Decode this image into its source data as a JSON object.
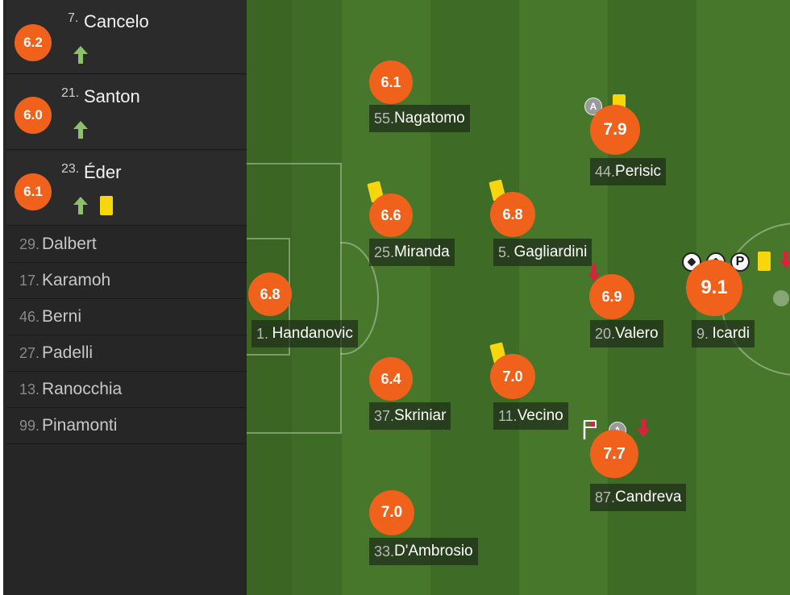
{
  "substitutes_in": [
    {
      "rating": "6.2",
      "number": "7.",
      "name": "Cancelo",
      "icons": [
        "sub-in-arrow"
      ]
    },
    {
      "rating": "6.0",
      "number": "21.",
      "name": "Santon",
      "icons": [
        "sub-in-arrow"
      ]
    },
    {
      "rating": "6.1",
      "number": "23.",
      "name": "Éder",
      "icons": [
        "sub-in-arrow",
        "yellow-card"
      ]
    }
  ],
  "bench": [
    {
      "number": "29.",
      "name": "Dalbert"
    },
    {
      "number": "17.",
      "name": "Karamoh"
    },
    {
      "number": "46.",
      "name": "Berni"
    },
    {
      "number": "27.",
      "name": "Padelli"
    },
    {
      "number": "13.",
      "name": "Ranocchia"
    },
    {
      "number": "99.",
      "name": "Pinamonti"
    }
  ],
  "players": {
    "handanovic": {
      "rating": "6.8",
      "number": "1.",
      "name": "Handanovic"
    },
    "nagatomo": {
      "rating": "6.1",
      "number": "55.",
      "name": "Nagatomo"
    },
    "miranda": {
      "rating": "6.6",
      "number": "25.",
      "name": "Miranda",
      "events": [
        "yellow-card"
      ]
    },
    "skriniar": {
      "rating": "6.4",
      "number": "37.",
      "name": "Skriniar"
    },
    "dambrosio": {
      "rating": "7.0",
      "number": "33.",
      "name": "D'Ambrosio"
    },
    "gagliardini": {
      "rating": "6.8",
      "number": "5.",
      "name": "Gagliardini",
      "events": [
        "yellow-card"
      ]
    },
    "vecino": {
      "rating": "7.0",
      "number": "11.",
      "name": "Vecino",
      "events": [
        "yellow-card"
      ]
    },
    "perisic": {
      "rating": "7.9",
      "number": "44.",
      "name": "Perisic",
      "events": [
        "assist",
        "yellow-card"
      ]
    },
    "valero": {
      "rating": "6.9",
      "number": "20.",
      "name": "Valero",
      "events": [
        "sub-out-arrow"
      ]
    },
    "candreva": {
      "rating": "7.7",
      "number": "87.",
      "name": "Candreva",
      "events": [
        "corner",
        "assist",
        "sub-out-arrow"
      ]
    },
    "icardi": {
      "rating": "9.1",
      "number": "9.",
      "name": "Icardi",
      "events": [
        "goal",
        "goal",
        "penalty-goal",
        "yellow-card",
        "sub-out-arrow"
      ]
    }
  },
  "event_labels": {
    "assist": "A",
    "penalty": "P"
  },
  "colors": {
    "rating_bg": "#f0611c",
    "sidebar_bg": "#262626",
    "pitch_dark": "#3e6b25",
    "pitch_light": "#47772b",
    "yellow_card": "#f7d70b",
    "sub_in": "#8cc06a",
    "sub_out": "#d6243c"
  }
}
